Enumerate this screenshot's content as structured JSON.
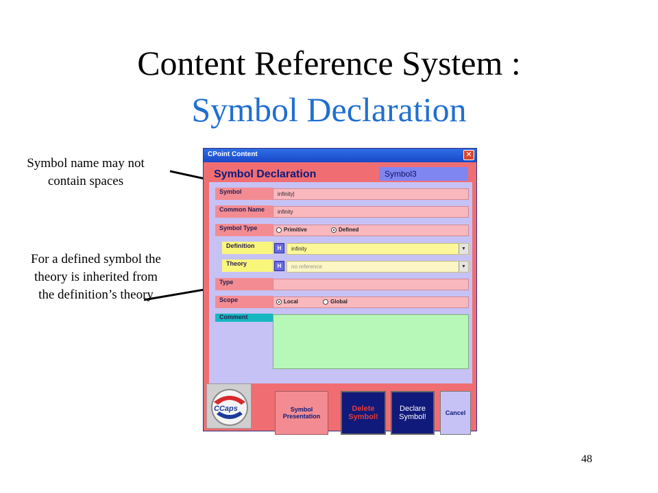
{
  "slide": {
    "title": "Content Reference System :",
    "subtitle": "Symbol Declaration",
    "page_number": "48",
    "annotation_1": "Symbol name may not contain spaces",
    "annotation_2": "For a defined symbol the theory is inherited from the definition’s theory"
  },
  "window": {
    "title": "CPoint Content",
    "close_glyph": "✕",
    "heading": "Symbol Declaration",
    "symbol_badge": "Symbol3"
  },
  "form": {
    "symbol": {
      "label": "Symbol",
      "value": "infinity|"
    },
    "common_name": {
      "label": "Common Name",
      "value": "infinity"
    },
    "symbol_type": {
      "label": "Symbol Type",
      "option_1": "Primitive",
      "option_2": "Defined",
      "selected": "Defined"
    },
    "definition": {
      "label": "Definition",
      "h": "H",
      "value": "infinity"
    },
    "theory": {
      "label": "Theory",
      "h": "H",
      "value": "no reference"
    },
    "type": {
      "label": "Type",
      "value": ""
    },
    "scope": {
      "label": "Scope",
      "option_1": "Local",
      "option_2": "Global",
      "selected": "Local"
    },
    "comment": {
      "label": "Comment",
      "value": ""
    }
  },
  "buttons": {
    "presentation": "Symbol\nPresentation",
    "delete": "Delete\nSymbol!",
    "declare": "Declare\nSymbol!",
    "cancel": "Cancel"
  },
  "logo": {
    "text": "CCaps"
  },
  "icons": {
    "dropdown": "chevron-down-icon",
    "close": "close-icon"
  },
  "colors": {
    "window_frame": "#f06e72",
    "panel": "#c7c2f5",
    "title_blue": "#1f6fd1",
    "action_navy": "#101a7a",
    "comment_green": "#b7f7b7"
  }
}
